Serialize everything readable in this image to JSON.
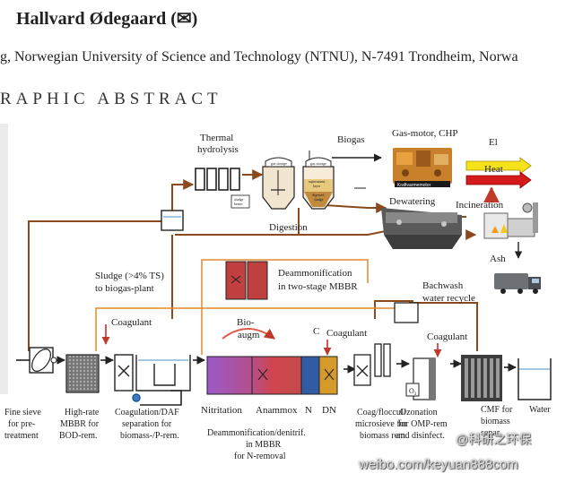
{
  "header": {
    "author": "Hallvard Ødegaard",
    "envelope_glyph": "(✉)",
    "affiliation": "g, Norwegian University of Science and Technology (NTNU), N-7491 Trondheim, Norwa",
    "section": "RAPHIC ABSTRACT"
  },
  "figure": {
    "thermal": [
      "Thermal",
      "hydrolysis"
    ],
    "biogas": "Biogas",
    "gas_motor": "Gas-motor, CHP",
    "el": "El",
    "heat": "Heat",
    "incineration": "Incineration",
    "dewatering": "Dewatering",
    "digestion": "Digestion",
    "ash": "Ash",
    "kraftvarme": "Kraftvarmemotor",
    "tank_gas": "gas storage",
    "tank_sup": [
      "supernatant",
      "layer"
    ],
    "tank_dig": [
      "digested",
      "sludge"
    ],
    "sludge_heater": [
      "sludge",
      "heater"
    ],
    "sludge_to_biogas": [
      "Sludge (>4% TS)",
      "to biogas-plant"
    ],
    "deammon_2stage": [
      "Deammonification",
      "in two-stage MBBR"
    ],
    "backwash": [
      "Bachwash",
      "water recycle"
    ],
    "coagulant1": "Coagulant",
    "coagulant2": "Coagulant",
    "coagulant3": "Coagulant",
    "bioaugm": [
      "Bio-",
      "augm"
    ],
    "c_label": "C",
    "o3": "O",
    "o3_sub": "3",
    "stage_labels": [
      "Nitritation",
      "Anammox",
      "N",
      "DN"
    ],
    "bottom": [
      [
        "Fine sieve",
        "for pre-",
        "treatment"
      ],
      [
        "High-rate",
        "MBBR for",
        "BOD-rem."
      ],
      [
        "Coagulation/DAF",
        "separation for",
        "biomass-/P-rem."
      ],
      [
        "Deammonification/denitrif.",
        "in MBBR",
        "for N-removal"
      ],
      [
        "Coag/floccul/",
        "microsieve for",
        "biomass rem."
      ],
      [
        "Ozonation",
        "for OMP-rem",
        "and disinfect."
      ],
      [
        "CMF for",
        "biomass",
        "separ."
      ],
      [
        "Water"
      ]
    ],
    "watermark_weibo": "weibo.com/keyuan888com",
    "watermark_cn": "@科研之环保"
  }
}
